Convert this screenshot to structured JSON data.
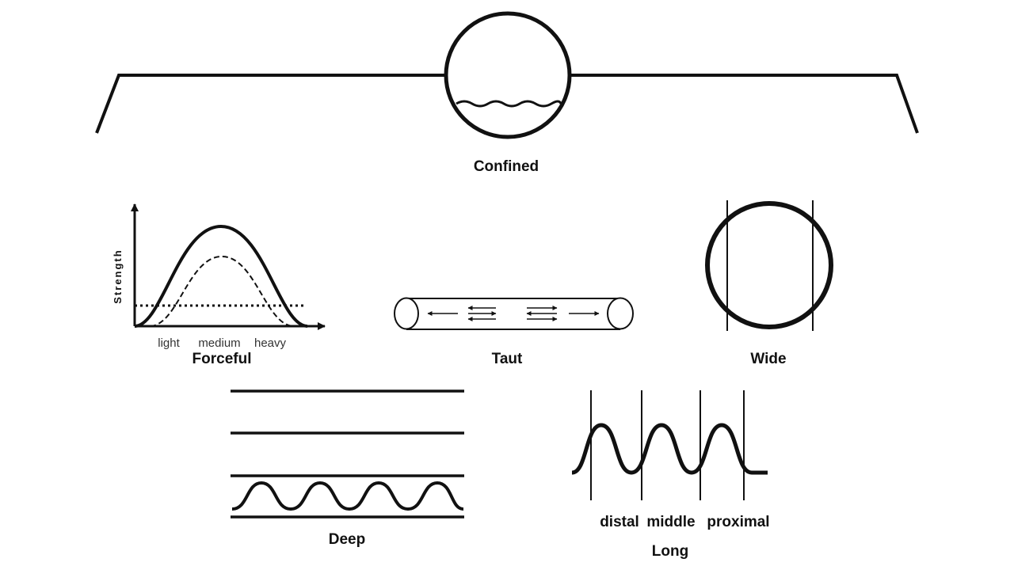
{
  "colors": {
    "stroke": "#111111",
    "background": "#ffffff"
  },
  "confined": {
    "label": "Confined"
  },
  "forceful": {
    "label": "Forceful",
    "y_axis_label": "Strength",
    "x_ticks": [
      "light",
      "medium",
      "heavy"
    ]
  },
  "taut": {
    "label": "Taut"
  },
  "wide": {
    "label": "Wide"
  },
  "deep": {
    "label": "Deep"
  },
  "long": {
    "label": "Long",
    "position_labels": [
      "distal",
      "middle",
      "proximal"
    ]
  }
}
